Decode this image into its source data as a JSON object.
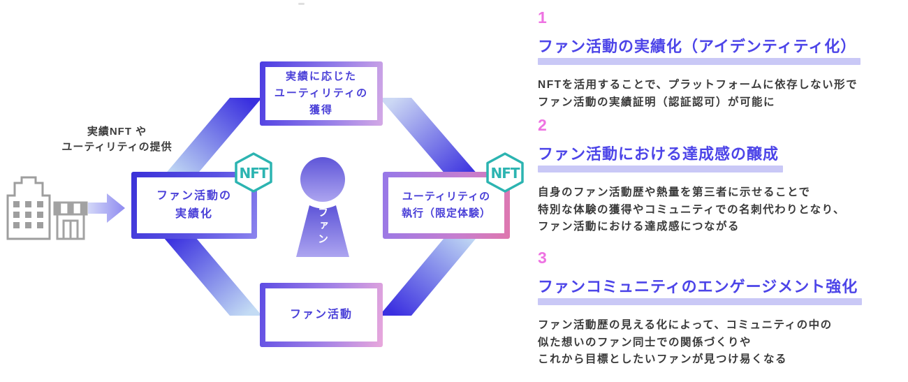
{
  "diagram": {
    "provider_label": "実績NFT や\nユーティリティの提供",
    "center_label": "ファン",
    "nft_badge_label": "NFT",
    "boxes": {
      "top": "実績に応じた\nユーティリティの\n獲得",
      "left": "ファン活動の\n実績化",
      "right": "ユーティリティの\n執行（限定体験）",
      "bottom": "ファン活動"
    },
    "cycle_order": [
      "ファン活動",
      "ファン活動の実績化",
      "実績に応じたユーティリティの獲得",
      "ユーティリティの執行（限定体験）"
    ],
    "colors": {
      "indigo_dark": "#3a30df",
      "light_blue": "#c3dbf4",
      "box_text_blue": "#4a40d8",
      "nft_teal": "#2cb4b1",
      "person_purple_top": "#5e55d8",
      "person_purple_bottom": "#ada5f0",
      "icon_gray": "#9e9e9e"
    }
  },
  "sections": [
    {
      "number": "1",
      "title": "ファン活動の実績化（アイデンティティ化）",
      "body": "NFTを活用することで、プラットフォームに依存しない形で\nファン活動の実績証明（認証認可）が可能に"
    },
    {
      "number": "2",
      "title": "ファン活動における達成感の醸成",
      "body": "自身のファン活動歴や熱量を第三者に示せることで\n特別な体験の獲得やコミュニティでの名刺代わりとなり、\nファン活動における達成感につながる"
    },
    {
      "number": "3",
      "title": "ファンコミュニティのエンゲージメント強化",
      "body": "ファン活動歴の見える化によって、コミュニティの中の\n似た想いのファン同士での関係づくりや\nこれから目標としたいファンが見つけ易くなる"
    }
  ],
  "panel_colors": {
    "number_pink": "#ee72e2",
    "title_blue": "#4c44e8",
    "underline_lavender": "#c9c8f6",
    "body_gray": "#3a3a3a"
  }
}
